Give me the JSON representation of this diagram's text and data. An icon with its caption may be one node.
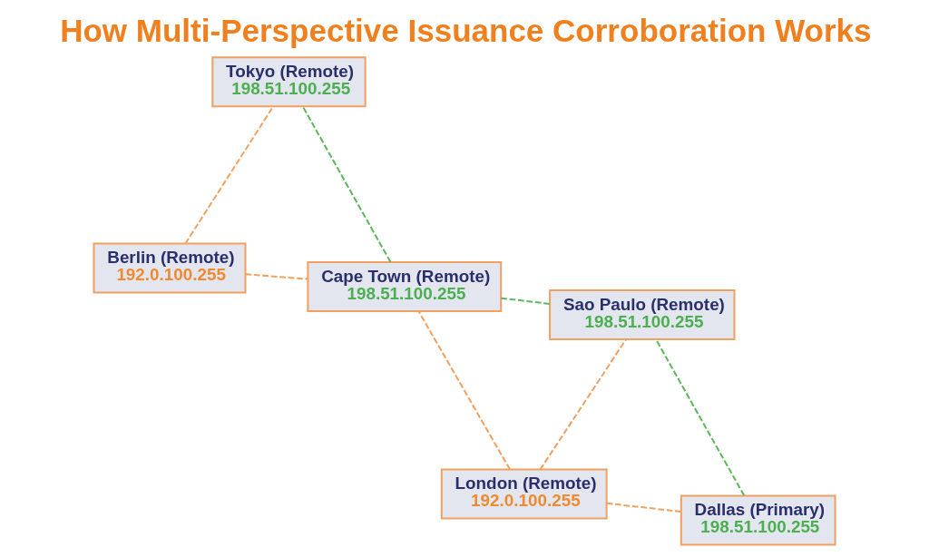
{
  "diagram": {
    "title": "How Multi-Perspective Issuance Corroboration Works",
    "nodes": [
      {
        "text": [
          "Dallas (Primary)",
          "198.51.100.255"
        ]
      },
      {
        "text": [
          "London (Remote)",
          "192.0.100.255"
        ]
      },
      {
        "text": [
          "Berlin (Remote)",
          "192.0.100.255"
        ]
      },
      {
        "text": [
          "Tokyo (Remote)",
          "198.51.100.255"
        ]
      },
      {
        "text": [
          "Sao Paulo (Remote)",
          "198.51.100.255"
        ]
      },
      {
        "text": [
          "Cape Town (Remote)",
          "198.51.100.255"
        ]
      }
    ],
    "edges": [
      {
        "from": 0,
        "to": 1,
        "arrow": "none",
        "style": "dashed"
      },
      {
        "from": 1,
        "to": 4,
        "arrow": "none",
        "style": "dashed"
      },
      {
        "from": 1,
        "to": 5,
        "arrow": "none",
        "style": "dashed"
      },
      {
        "from": 2,
        "to": 5,
        "arrow": "none",
        "style": "dashed"
      },
      {
        "from": 2,
        "to": 3,
        "arrow": "none",
        "style": "dashed"
      },
      {
        "from": 0,
        "to": 4,
        "arrow": "none",
        "style": "dashed",
        "color": "#5cb85c"
      },
      {
        "from": 4,
        "to": 5,
        "arrow": "none",
        "style": "dashed",
        "color": "#5cb85c"
      },
      {
        "from": 5,
        "to": 3,
        "arrow": "none",
        "style": "dashed",
        "color": "#5cb85c"
      }
    ]
  }
}
